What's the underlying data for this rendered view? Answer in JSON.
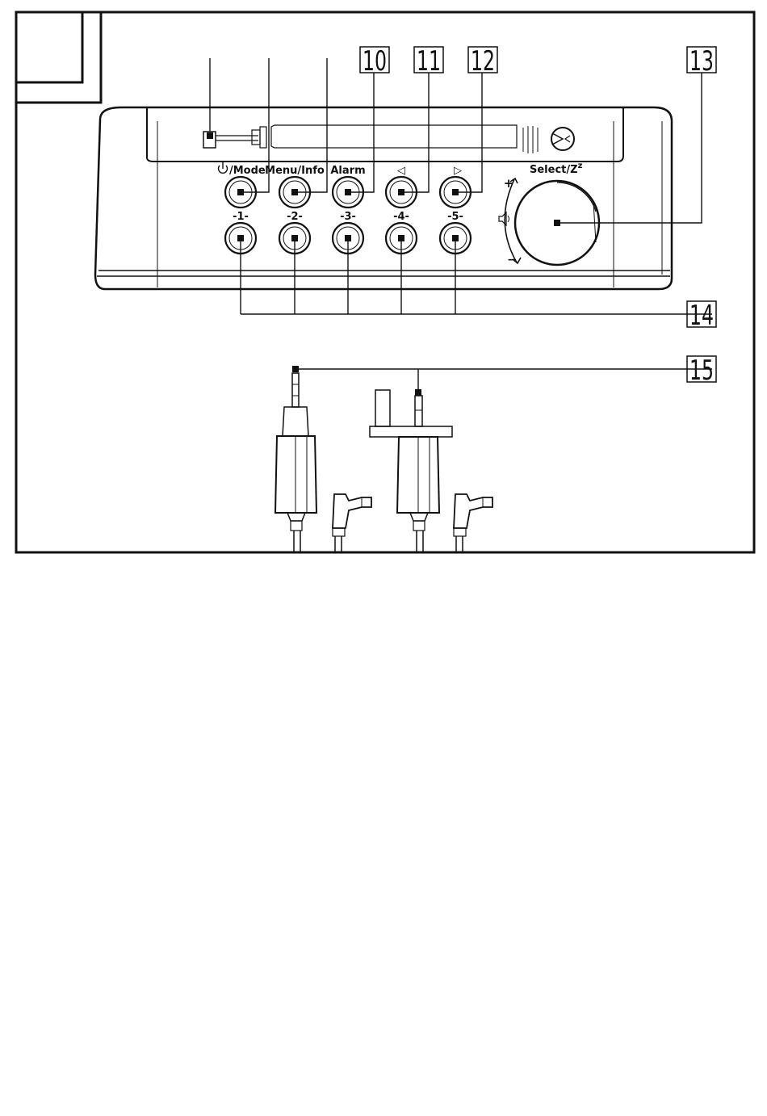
{
  "diagram": {
    "top_row_buttons": [
      {
        "label": "/Mode",
        "icon": "power-icon"
      },
      {
        "label": "Menu/Info"
      },
      {
        "label": "Alarm"
      },
      {
        "label": "◁"
      },
      {
        "label": "▷"
      }
    ],
    "preset_buttons": [
      "-1-",
      "-2-",
      "-3-",
      "-4-",
      "-5-"
    ],
    "dial": {
      "label": "Select/Z",
      "label_sup": "z",
      "plus": "+",
      "minus": "−",
      "icon": "speaker-icon"
    },
    "callouts": [
      "10",
      "11",
      "12",
      "13",
      "14",
      "15"
    ],
    "components": [
      "radio-front-panel",
      "eu-power-adapter",
      "uk-power-adapter",
      "dc-plug"
    ]
  }
}
